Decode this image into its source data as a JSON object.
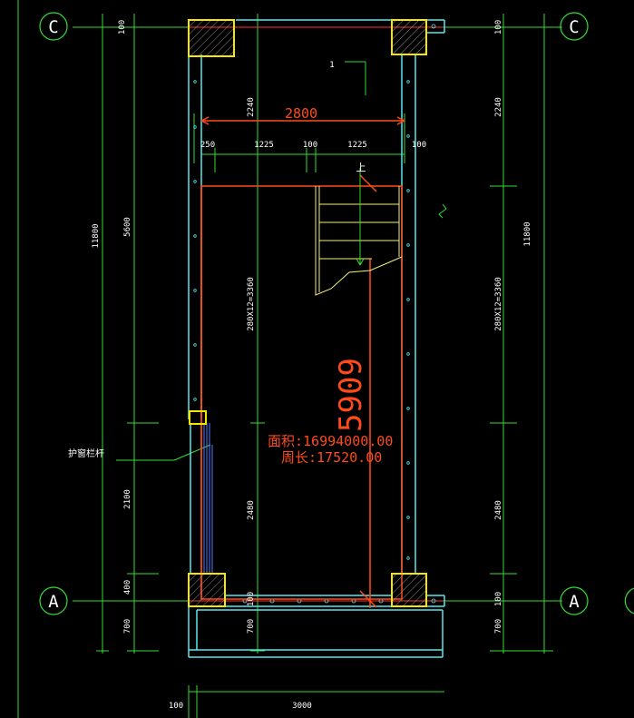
{
  "colors": {
    "background": "#000000",
    "axis_line": "#ff3030",
    "grid_green": "#33dd33",
    "wall_cyan": "#55e8ee",
    "column_yellow": "#f6e600",
    "red_text": "#ff4a1a",
    "stair_yellow": "#f4f07a",
    "white": "#ffffff",
    "blue_rail": "#4f7dff"
  },
  "axis_labels": {
    "c_left": "C",
    "c_right": "C",
    "a_left": "A",
    "a_right": "A"
  },
  "dims": {
    "top_width": "2800",
    "seg_250": "250",
    "seg_1225_a": "1225",
    "seg_100_a": "100",
    "seg_1225_b": "1225",
    "seg_100_b": "100",
    "left_total": "11800",
    "left_5600": "5600",
    "left_2100": "2100",
    "left_400": "400",
    "left_700_outer": "700",
    "left_100_top": "100",
    "inner_2240_top": "2240",
    "inner_stair": "280X12=3360",
    "inner_2480": "2480",
    "inner_700": "700",
    "inner_100": "100",
    "right_2240": "2240",
    "right_stair": "280X12=3360",
    "right_2480": "2480",
    "right_100_top": "100",
    "right_100_bottom": "100",
    "right_700": "700",
    "far_right_total": "11800",
    "bottom_100": "100",
    "bottom_3000": "3000"
  },
  "annotations": {
    "stair_up": "上",
    "tag_1": "1",
    "railing_label": "护窗栏杆",
    "length_5909": "5909",
    "area_text": "面积:16994000.00",
    "perimeter_text": "周长:17520.00"
  }
}
